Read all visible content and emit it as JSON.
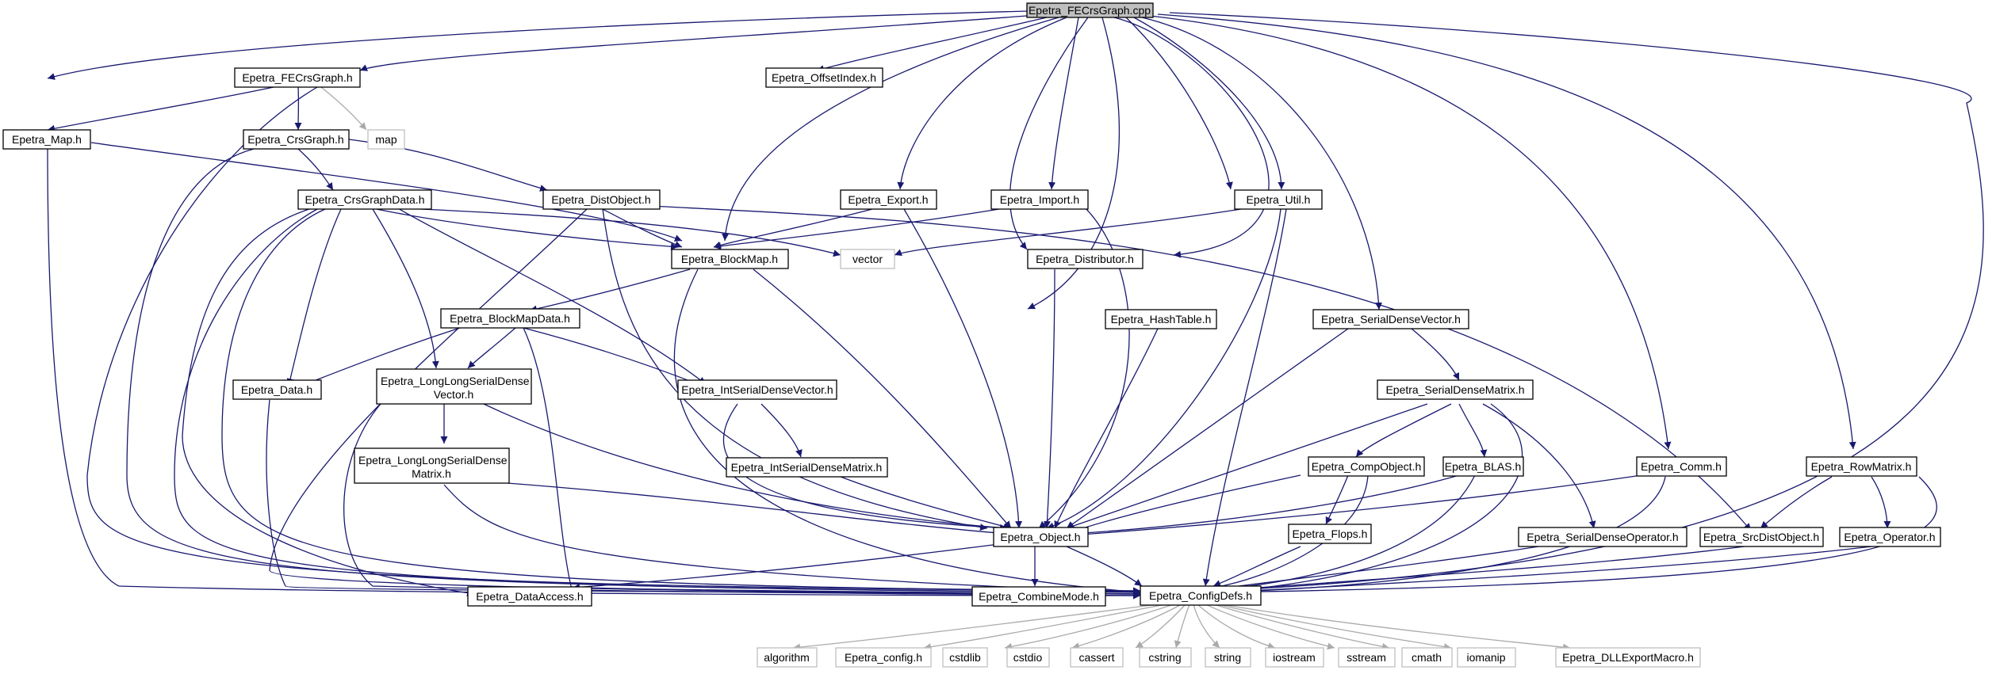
{
  "nodes": {
    "root": "Epetra_FECrsGraph.cpp",
    "fecrsgraph_h": "Epetra_FECrsGraph.h",
    "offsetindex": "Epetra_OffsetIndex.h",
    "map_h": "Epetra_Map.h",
    "map_sys": "map",
    "crsgraph": "Epetra_CrsGraph.h",
    "crsgraphdata": "Epetra_CrsGraphData.h",
    "distobject": "Epetra_DistObject.h",
    "export": "Epetra_Export.h",
    "import": "Epetra_Import.h",
    "util": "Epetra_Util.h",
    "blockmap": "Epetra_BlockMap.h",
    "vector": "vector",
    "distributor": "Epetra_Distributor.h",
    "blockmapdata": "Epetra_BlockMapData.h",
    "hashtable": "Epetra_HashTable.h",
    "serialdensevector": "Epetra_SerialDenseVector.h",
    "data": "Epetra_Data.h",
    "llsdv_line1": "Epetra_LongLongSerialDense",
    "llsdv_line2": "Vector.h",
    "intsdv": "Epetra_IntSerialDenseVector.h",
    "serialdensematrix": "Epetra_SerialDenseMatrix.h",
    "llsdm_line1": "Epetra_LongLongSerialDense",
    "llsdm_line2": "Matrix.h",
    "intsdm": "Epetra_IntSerialDenseMatrix.h",
    "compobject": "Epetra_CompObject.h",
    "blas": "Epetra_BLAS.h",
    "comm": "Epetra_Comm.h",
    "rowmatrix": "Epetra_RowMatrix.h",
    "object": "Epetra_Object.h",
    "flops": "Epetra_Flops.h",
    "serialdenseoperator": "Epetra_SerialDenseOperator.h",
    "srcdistobject": "Epetra_SrcDistObject.h",
    "operator": "Epetra_Operator.h",
    "dataaccess": "Epetra_DataAccess.h",
    "combinemode": "Epetra_CombineMode.h",
    "configdefs": "Epetra_ConfigDefs.h",
    "algorithm": "algorithm",
    "epetra_config": "Epetra_config.h",
    "cstdlib": "cstdlib",
    "cstdio": "cstdio",
    "cassert": "cassert",
    "cstring": "cstring",
    "string": "string",
    "iostream": "iostream",
    "sstream": "sstream",
    "cmath": "cmath",
    "iomanip": "iomanip",
    "dllexport": "Epetra_DLLExportMacro.h"
  },
  "colors": {
    "edge": "#191970",
    "system_edge": "#aaaaaa",
    "root_fill": "#bfbfbf",
    "node_border": "#000000",
    "system_border": "#bfbfbf"
  }
}
